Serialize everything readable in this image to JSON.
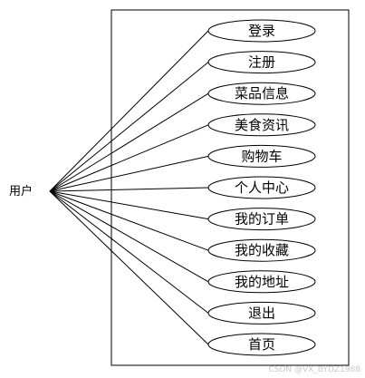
{
  "actor": {
    "label": "用户"
  },
  "use_cases": [
    {
      "label": "登录"
    },
    {
      "label": "注册"
    },
    {
      "label": "菜品信息"
    },
    {
      "label": "美食资讯"
    },
    {
      "label": "购物车"
    },
    {
      "label": "个人中心"
    },
    {
      "label": "我的订单"
    },
    {
      "label": "我的收藏"
    },
    {
      "label": "我的地址"
    },
    {
      "label": "退出"
    },
    {
      "label": "首页"
    }
  ],
  "watermark": "CSDN @VX_BYDZ1988",
  "colors": {
    "stroke": "#000000",
    "background": "#ffffff",
    "watermark": "#c8c8c8"
  }
}
